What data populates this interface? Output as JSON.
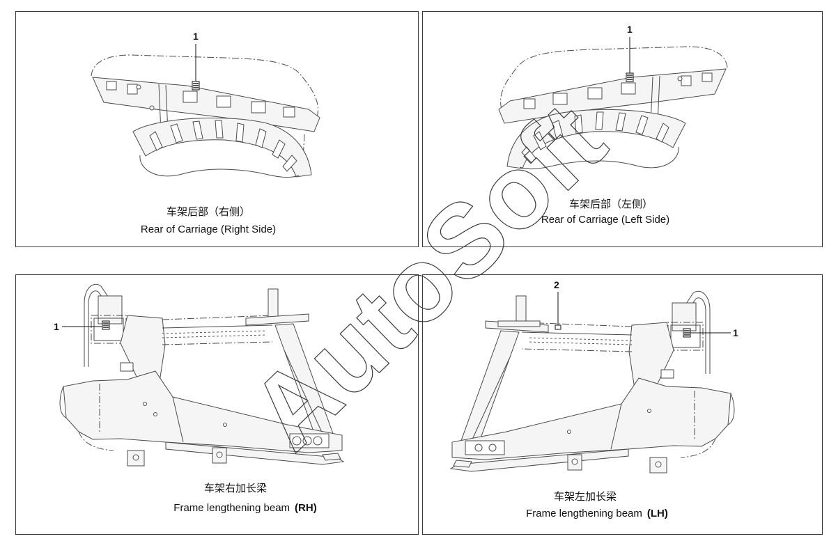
{
  "panels": {
    "rear_right": {
      "callout_1": "1",
      "caption_cn": "车架后部（右侧）",
      "caption_en": "Rear of Carriage (Right Side)"
    },
    "rear_left": {
      "callout_1": "1",
      "caption_cn": "车架后部（左侧）",
      "caption_en": "Rear of Carriage (Left Side)"
    },
    "beam_rh": {
      "callout_1": "1",
      "caption_cn": "车架右加长梁",
      "caption_en": "Frame lengthening beam",
      "caption_side": "(RH)"
    },
    "beam_lh": {
      "callout_1": "1",
      "callout_2": "2",
      "caption_cn": "车架左加长梁",
      "caption_en": "Frame lengthening beam",
      "caption_side": "(LH)"
    }
  },
  "watermark": "AutoSoft"
}
